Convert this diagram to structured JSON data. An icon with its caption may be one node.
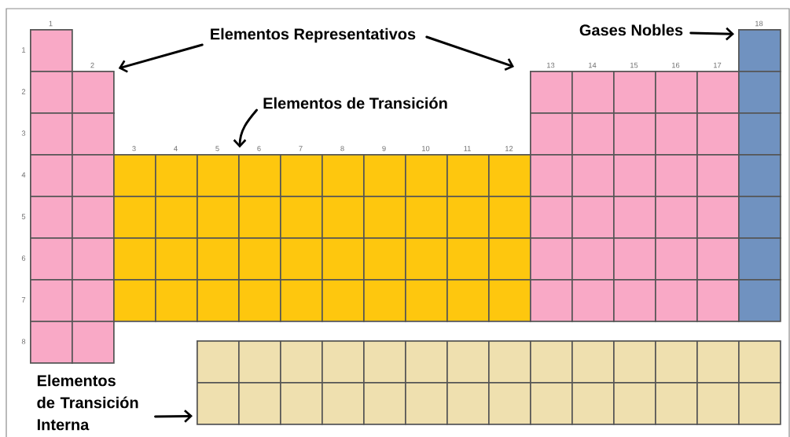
{
  "diagram": {
    "nodes": [
      {
        "text": [
          "Elementos Representativos"
        ]
      },
      {
        "text": [
          "Gases Nobles"
        ]
      },
      {
        "text": [
          "Elementos de Transición"
        ]
      },
      {
        "text": [
          "Elementos de Transición Interna"
        ]
      },
      {
        "text": [],
        "shape": "box"
      },
      {
        "text": [],
        "shape": "box"
      },
      {
        "text": [],
        "shape": "box"
      },
      {
        "text": [],
        "shape": "box"
      },
      {
        "text": [],
        "shape": "box"
      },
      {
        "text": [],
        "shape": "box"
      },
      {
        "text": [],
        "shape": "box"
      },
      {
        "text": [],
        "shape": "box"
      },
      {
        "text": [],
        "shape": "box"
      },
      {
        "text": [],
        "shape": "box"
      },
      {
        "text": [],
        "shape": "box"
      },
      {
        "text": [],
        "shape": "box"
      },
      {
        "text": [],
        "shape": "box"
      },
      {
        "text": [],
        "shape": "box"
      },
      {
        "text": [],
        "shape": "box"
      },
      {
        "text": [],
        "shape": "box"
      },
      {
        "text": [],
        "shape": "box"
      },
      {
        "text": [],
        "shape": "box"
      },
      {
        "text": [],
        "shape": "box"
      },
      {
        "text": [],
        "shape": "box"
      },
      {
        "text": [],
        "shape": "box"
      },
      {
        "text": [],
        "shape": "box"
      },
      {
        "text": [],
        "shape": "box"
      },
      {
        "text": [],
        "shape": "box"
      },
      {
        "text": [],
        "shape": "box"
      },
      {
        "text": [],
        "shape": "box"
      },
      {
        "text": [],
        "shape": "box"
      },
      {
        "text": [],
        "shape": "box"
      },
      {
        "text": [],
        "shape": "box"
      },
      {
        "text": [],
        "shape": "box"
      },
      {
        "text": [],
        "shape": "box"
      },
      {
        "text": [],
        "shape": "box"
      },
      {
        "text": [],
        "shape": "box"
      },
      {
        "text": [],
        "shape": "box"
      },
      {
        "text": [],
        "shape": "box"
      },
      {
        "text": [],
        "shape": "box"
      },
      {
        "text": [],
        "shape": "box"
      },
      {
        "text": [],
        "shape": "box"
      },
      {
        "text": [],
        "shape": "box"
      },
      {
        "text": [],
        "shape": "box"
      },
      {
        "text": [],
        "shape": "box"
      },
      {
        "text": [],
        "shape": "box"
      },
      {
        "text": [],
        "shape": "box"
      },
      {
        "text": [],
        "shape": "box"
      },
      {
        "text": [],
        "shape": "box"
      },
      {
        "text": [],
        "shape": "box"
      },
      {
        "text": [],
        "shape": "box"
      },
      {
        "text": [],
        "shape": "box"
      },
      {
        "text": [],
        "shape": "box"
      },
      {
        "text": [],
        "shape": "box"
      },
      {
        "text": [],
        "shape": "box"
      },
      {
        "text": [],
        "shape": "box"
      },
      {
        "text": [],
        "shape": "box"
      },
      {
        "text": [],
        "shape": "box"
      },
      {
        "text": [],
        "shape": "box"
      },
      {
        "text": [],
        "shape": "box"
      },
      {
        "text": [],
        "shape": "box"
      },
      {
        "text": [],
        "shape": "box"
      },
      {
        "text": [],
        "shape": "box"
      },
      {
        "text": [],
        "shape": "box"
      },
      {
        "text": [],
        "shape": "box"
      },
      {
        "text": [],
        "shape": "box"
      },
      {
        "text": [],
        "shape": "box"
      },
      {
        "text": [],
        "shape": "box"
      },
      {
        "text": [],
        "shape": "box"
      },
      {
        "text": [],
        "shape": "box"
      },
      {
        "text": [],
        "shape": "box"
      },
      {
        "text": [],
        "shape": "box"
      },
      {
        "text": [],
        "shape": "box"
      },
      {
        "text": [],
        "shape": "box"
      },
      {
        "text": [],
        "shape": "box"
      },
      {
        "text": [],
        "shape": "box"
      },
      {
        "text": [],
        "shape": "box"
      },
      {
        "text": [],
        "shape": "box"
      },
      {
        "text": [],
        "shape": "box"
      },
      {
        "text": [],
        "shape": "box"
      },
      {
        "text": [],
        "shape": "box"
      },
      {
        "text": [],
        "shape": "box"
      },
      {
        "text": [],
        "shape": "box"
      },
      {
        "text": [],
        "shape": "box"
      },
      {
        "text": [],
        "shape": "box"
      },
      {
        "text": [],
        "shape": "box"
      },
      {
        "text": [],
        "shape": "box"
      },
      {
        "text": [],
        "shape": "box"
      },
      {
        "text": [],
        "shape": "box"
      },
      {
        "text": [],
        "shape": "box"
      },
      {
        "text": [],
        "shape": "box"
      },
      {
        "text": [],
        "shape": "box"
      },
      {
        "text": [],
        "shape": "box"
      },
      {
        "text": [],
        "shape": "box"
      },
      {
        "text": [],
        "shape": "box"
      },
      {
        "text": [],
        "shape": "box"
      },
      {
        "text": [],
        "shape": "box"
      },
      {
        "text": [],
        "shape": "box"
      },
      {
        "text": [],
        "shape": "box"
      },
      {
        "text": [],
        "shape": "box"
      },
      {
        "text": [],
        "shape": "box"
      },
      {
        "text": [],
        "shape": "box"
      },
      {
        "text": [],
        "shape": "box"
      },
      {
        "text": [],
        "shape": "box"
      },
      {
        "text": [],
        "shape": "box"
      },
      {
        "text": [],
        "shape": "box"
      },
      {
        "text": [],
        "shape": "box"
      },
      {
        "text": [],
        "shape": "box"
      },
      {
        "text": [],
        "shape": "box"
      },
      {
        "text": [],
        "shape": "box"
      },
      {
        "text": [],
        "shape": "box"
      },
      {
        "text": [],
        "shape": "box"
      },
      {
        "text": [],
        "shape": "box"
      },
      {
        "text": [],
        "shape": "box"
      },
      {
        "text": [],
        "shape": "box"
      },
      {
        "text": [],
        "shape": "box"
      },
      {
        "text": [],
        "shape": "box"
      },
      {
        "text": [],
        "shape": "box"
      },
      {
        "text": [],
        "shape": "box"
      },
      {
        "text": [],
        "shape": "box"
      },
      {
        "text": [],
        "shape": "box"
      },
      {
        "text": [],
        "shape": "box"
      },
      {
        "text": [],
        "shape": "box"
      },
      {
        "text": [],
        "shape": "box"
      }
    ],
    "edges": [
      {
        "from": 0,
        "to": 7,
        "arrow": "to"
      },
      {
        "from": 0,
        "to": 8,
        "arrow": "to"
      },
      {
        "from": 1,
        "to": 5,
        "arrow": "to"
      },
      {
        "from": 2,
        "to": 27,
        "arrow": "to"
      },
      {
        "from": 3,
        "to": 110,
        "arrow": "to"
      }
    ],
    "labels": [
      "1",
      "2",
      "3",
      "4",
      "5",
      "6",
      "7",
      "8",
      "9",
      "10",
      "11",
      "12",
      "13",
      "14",
      "15",
      "16",
      "17",
      "18",
      "1",
      "2",
      "3",
      "4",
      "5",
      "6",
      "7",
      "8"
    ]
  }
}
